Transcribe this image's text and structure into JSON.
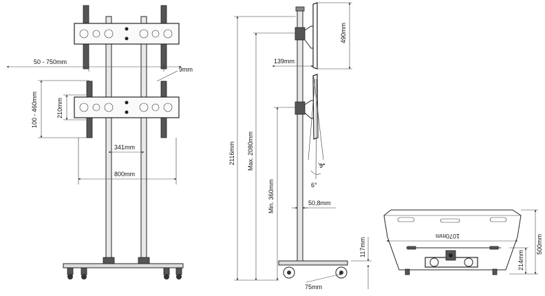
{
  "front_view": {
    "vesa_width_range": "50 - 750mm",
    "vesa_height_range": "100 - 460mm",
    "bracket_height": "210mm",
    "pole_spacing": "341mm",
    "base_width": "800mm",
    "bracket_thickness": "9mm"
  },
  "side_view": {
    "total_height": "2116mm",
    "max_height": "Max. 2080mm",
    "min_height": "Min. 360mm",
    "screen_depth": "490mm",
    "offset": "139mm",
    "tilt_up": "9°",
    "tilt_down": "6°",
    "pole_diameter": "50,8mm",
    "shelf_height": "117mm",
    "wheel_size": "75mm"
  },
  "base_view": {
    "length": "1070mm",
    "depth": "500mm",
    "inner_depth": "214mm"
  }
}
